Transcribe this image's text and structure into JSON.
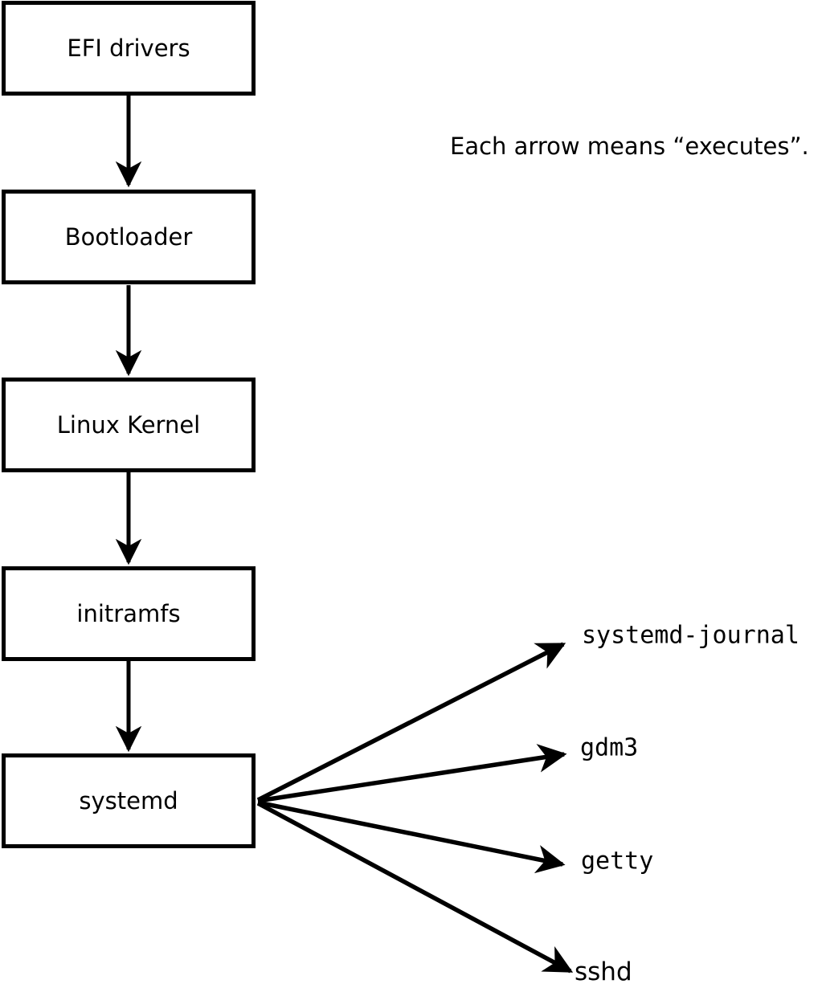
{
  "legend": {
    "note": "Each arrow means “executes”."
  },
  "boot_chain": [
    {
      "label": "EFI drivers"
    },
    {
      "label": "Bootloader"
    },
    {
      "label": "Linux Kernel"
    },
    {
      "label": "initramfs"
    },
    {
      "label": "systemd"
    }
  ],
  "spawned_services": [
    {
      "label": "systemd-journal"
    },
    {
      "label": "gdm3"
    },
    {
      "label": "getty"
    },
    {
      "label": "sshd"
    }
  ],
  "edges": [
    {
      "from": "EFI drivers",
      "to": "Bootloader",
      "meaning": "executes"
    },
    {
      "from": "Bootloader",
      "to": "Linux Kernel",
      "meaning": "executes"
    },
    {
      "from": "Linux Kernel",
      "to": "initramfs",
      "meaning": "executes"
    },
    {
      "from": "initramfs",
      "to": "systemd",
      "meaning": "executes"
    },
    {
      "from": "systemd",
      "to": "systemd-journal",
      "meaning": "executes"
    },
    {
      "from": "systemd",
      "to": "gdm3",
      "meaning": "executes"
    },
    {
      "from": "systemd",
      "to": "getty",
      "meaning": "executes"
    },
    {
      "from": "systemd",
      "to": "sshd",
      "meaning": "executes"
    }
  ],
  "colors": {
    "stroke": "#000000",
    "background": "#ffffff",
    "box_fill": "#ffffff"
  }
}
